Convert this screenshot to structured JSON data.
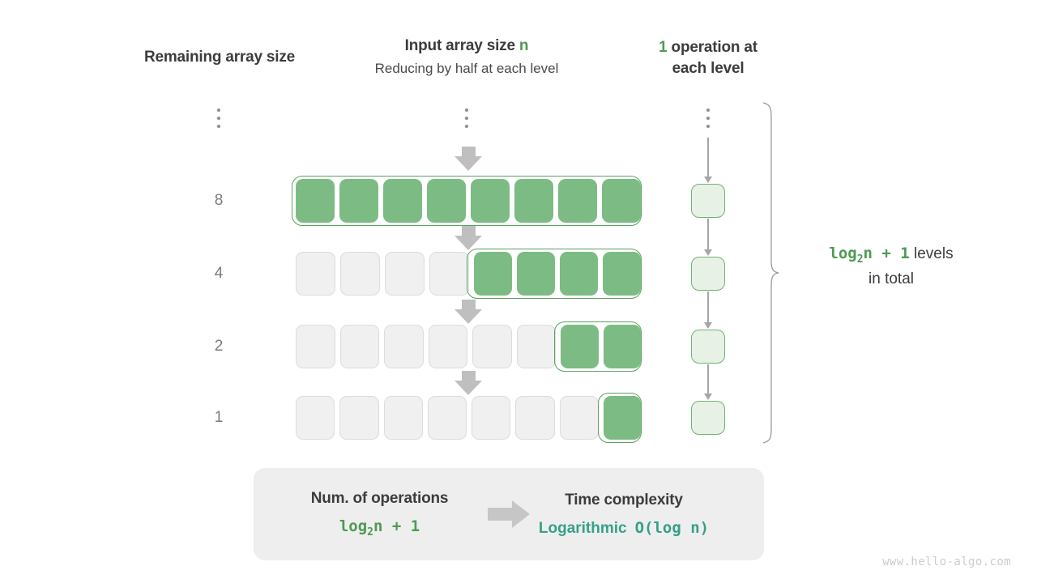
{
  "headers": {
    "left": "Remaining array size",
    "middle_title_prefix": "Input array size ",
    "middle_title_var": "n",
    "middle_subtitle": "Reducing by half at each level",
    "right_count": "1",
    "right_line1_rest": " operation at",
    "right_line2": "each level"
  },
  "rows": [
    {
      "label": "8",
      "total_cells": 8,
      "filled": 8
    },
    {
      "label": "4",
      "total_cells": 8,
      "filled": 4
    },
    {
      "label": "2",
      "total_cells": 8,
      "filled": 2
    },
    {
      "label": "1",
      "total_cells": 8,
      "filled": 1
    }
  ],
  "ellipsis": {
    "dots": 3
  },
  "note": {
    "expr_main": "log",
    "expr_sub": "2",
    "expr_tail": "n + 1",
    "text_after": " levels",
    "text_second_line": "in total"
  },
  "panel": {
    "left_title": "Num. of operations",
    "left_value_main": "log",
    "left_value_sub": "2",
    "left_value_tail": "n + 1",
    "arrow": "right-arrow-icon",
    "right_title": "Time complexity",
    "right_value_word": "Logarithmic",
    "right_value_notation": "O(log n)"
  },
  "watermark": "www.hello-algo.com",
  "colors": {
    "green_accent": "#4e9a51",
    "green_fill": "#7dbb84",
    "green_border": "#5aa35f",
    "green_light": "#e7f1e6",
    "teal": "#36a08a",
    "gray_cell": "#f0f0f0",
    "gray_arrow": "#bfbfbf",
    "panel_bg": "#eeeeee"
  }
}
